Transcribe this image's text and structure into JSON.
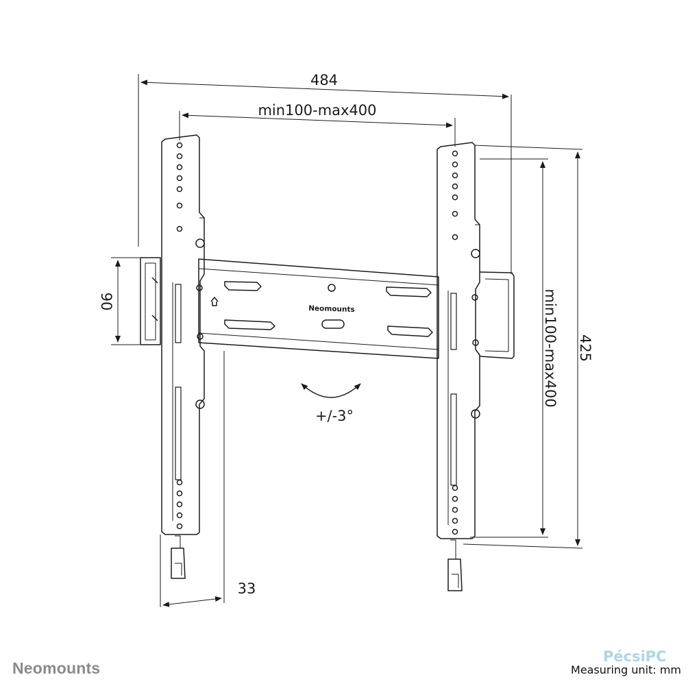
{
  "dimensions": {
    "overall_width": "484",
    "vesa_horizontal": "min100-max400",
    "vesa_vertical": "min100-max400",
    "overall_height": "425",
    "rail_height": "90",
    "wall_depth": "33",
    "tilt": "+/-3°"
  },
  "product_brand": "Neomounts",
  "footer": {
    "brand": "Neomounts",
    "measuring_unit": "Measuring unit: mm",
    "watermark": "PécsiPC"
  },
  "colors": {
    "line": "#1a1a1a",
    "brand_gray": "#8a8a8a",
    "watermark": "#9fd0df"
  }
}
